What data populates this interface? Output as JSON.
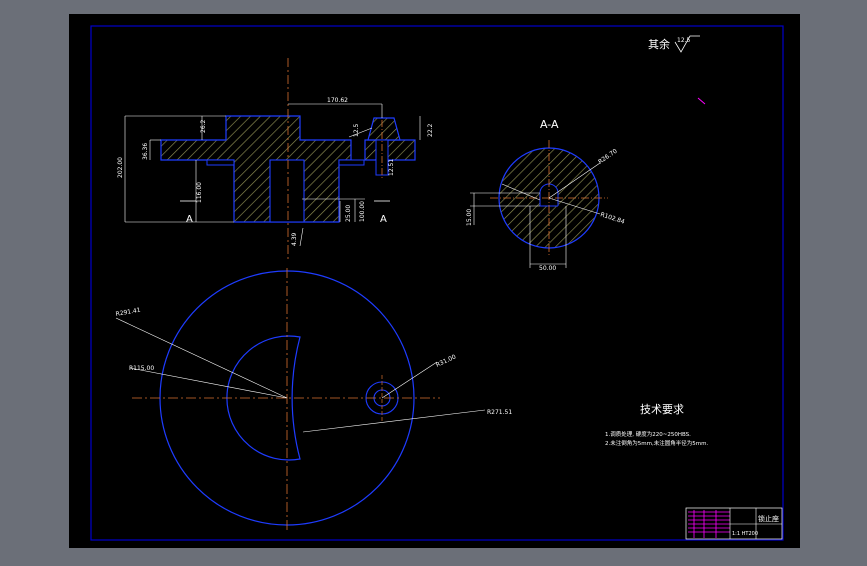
{
  "surface_symbol": {
    "label": "其余",
    "value": "12.5"
  },
  "section_label": "A-A",
  "section_markers": {
    "left": "A",
    "right": "A"
  },
  "front_view_dims": {
    "top_width": "170.62",
    "left_height": "202.00",
    "step_left": "36.36",
    "hub_top": "26.2",
    "inner_height": "116.00",
    "right_step": "22.2",
    "slot_w": "12.5",
    "bottom_a": "100.00",
    "bottom_b": "25.00",
    "bolt": "12.51",
    "below_hole": "4.39"
  },
  "section_dims": {
    "r_top": "R26.70",
    "r_bottom": "R102.84",
    "left": "15.00",
    "bottom": "50.00"
  },
  "plan_dims": {
    "r1": "R291.41",
    "r2": "R115.00",
    "r3": "R31.00",
    "r4": "R271.51"
  },
  "tech": {
    "title": "技术要求",
    "lines": [
      "1.调质处理, 硬度为220~250HBS.",
      "2.未注倒角为5mm,未注圆角半径为5mm."
    ]
  },
  "title_block": {
    "name": "锁止座",
    "info": "1:1  HT200"
  },
  "colors": {
    "background": "#000000",
    "frame": "#0000cc",
    "outline": "#1e3cff",
    "hatch": "#8f8f52",
    "center": "#d87030",
    "dim": "#ffffff",
    "accent": "#ff00ff"
  }
}
